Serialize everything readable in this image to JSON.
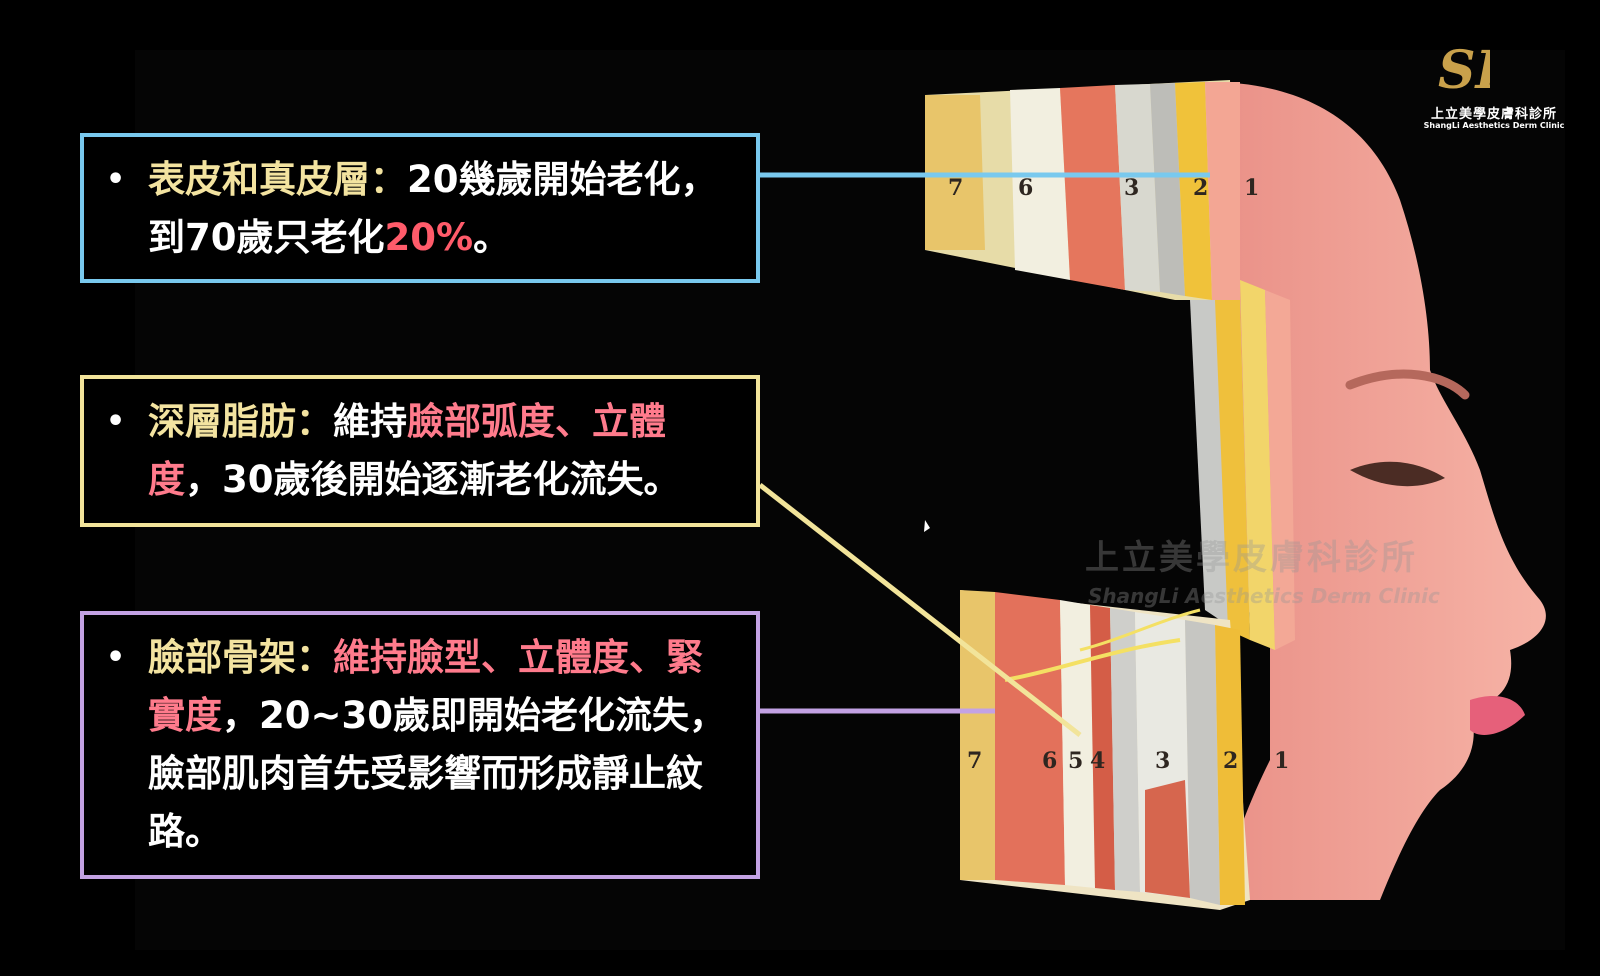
{
  "logo": {
    "monogram": "SL",
    "name_cn": "上立美學皮膚科診所",
    "name_en": "ShangLi Aesthetics Derm Clinic"
  },
  "watermark": {
    "name_cn": "上立美學皮膚科診所",
    "name_en": "ShangLi Aesthetics Derm Clinic"
  },
  "boxes": [
    {
      "bullet": "•",
      "heading": "表皮和真皮層：",
      "text_a": "20幾歲開始老化，到70歲只老化",
      "highlight": "20%",
      "text_b": "。",
      "border_color": "#79c9ee"
    },
    {
      "bullet": "•",
      "heading": "深層脂肪：",
      "text_a": "維持",
      "highlight": "臉部弧度、立體度",
      "text_b": "，30歲後開始逐漸老化流失。",
      "border_color": "#f2e49a"
    },
    {
      "bullet": "•",
      "heading": "臉部骨架：",
      "highlight": "維持臉型、立體度、緊實度",
      "text_b": "，20~30歲即開始老化流失，臉部肌肉首先受影響而形成靜止紋路。",
      "border_color": "#c3a2e4"
    }
  ],
  "layer_numbers_top": [
    "7",
    "6",
    "3",
    "2",
    "1"
  ],
  "layer_numbers_bottom": [
    "7",
    "6",
    "5",
    "4",
    "3",
    "2",
    "1"
  ],
  "colors": {
    "blue_line": "#79c9ee",
    "yellow_line": "#f2e49a",
    "purple_line": "#c3a2e4",
    "highlight_red": "#ff5b6a",
    "heading_yellow": "#f3e3a0",
    "skin": "#f2a79c"
  }
}
